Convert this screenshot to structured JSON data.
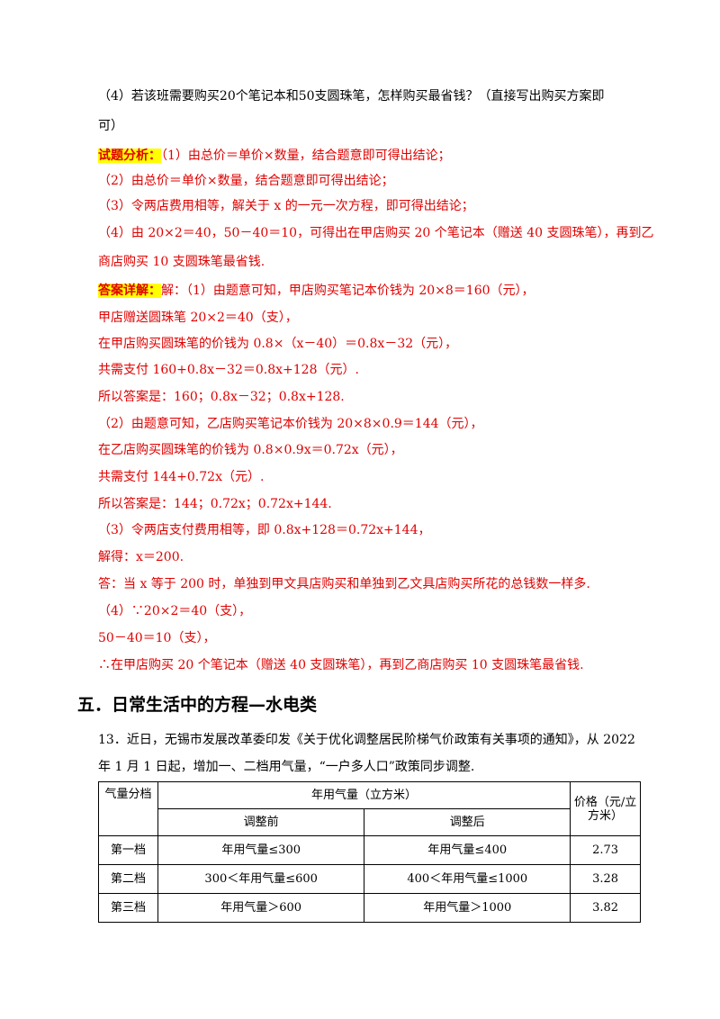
{
  "lines": [
    {
      "id": "q4",
      "text": "（4）若该班需要购买20个笔记本和50支圆珠笔，怎样购买最省钱？（直接写出购买方案即",
      "color": "black"
    },
    {
      "id": "q4b",
      "text": "可）",
      "color": "black"
    },
    {
      "id": "a1",
      "label": "试题分析：",
      "text": "（1）由总价＝单价×数量，结合题意即可得出结论；",
      "color": "red"
    },
    {
      "id": "a2",
      "text": "（2）由总价＝单价×数量，结合题意即可得出结论；",
      "color": "red"
    },
    {
      "id": "a3",
      "text": "（3）令两店费用相等，解关于 x 的一元一次方程，即可得出结论；",
      "color": "red"
    },
    {
      "id": "a4",
      "text": "（4）由 20×2＝40，50－40＝10，可得出在甲店购买 20 个笔记本（赠送 40 支圆珠笔），再到乙",
      "color": "red"
    },
    {
      "id": "a4b",
      "text": "商店购买 10 支圆珠笔最省钱.",
      "color": "red"
    },
    {
      "id": "s1",
      "label": "答案详解：",
      "text": "解：（1）由题意可知，甲店购买笔记本价钱为 20×8＝160（元），",
      "color": "red"
    },
    {
      "id": "s2",
      "text": "甲店赠送圆珠笔 20×2＝40（支），",
      "color": "red"
    },
    {
      "id": "s3",
      "text": "在甲店购买圆珠笔的价钱为 0.8×（x－40）＝0.8x－32（元），",
      "color": "red"
    },
    {
      "id": "s4",
      "text": "共需支付 160+0.8x－32＝0.8x+128（元）.",
      "color": "red"
    },
    {
      "id": "s5",
      "text": "所以答案是：160；0.8x－32；0.8x+128.",
      "color": "red"
    },
    {
      "id": "s6",
      "text": "（2）由题意可知，乙店购买笔记本价钱为 20×8×0.9＝144（元），",
      "color": "red"
    },
    {
      "id": "s7",
      "text": "在乙店购买圆珠笔的价钱为 0.8×0.9x＝0.72x（元），",
      "color": "red"
    },
    {
      "id": "s8",
      "text": "共需支付 144+0.72x（元）.",
      "color": "red"
    },
    {
      "id": "s9",
      "text": "所以答案是：144；0.72x；0.72x+144.",
      "color": "red"
    },
    {
      "id": "s10",
      "text": "（3）令两店支付费用相等，即 0.8x+128＝0.72x+144，",
      "color": "red"
    },
    {
      "id": "s11",
      "text": "解得：x＝200.",
      "color": "red"
    },
    {
      "id": "s12",
      "text": "答：当 x 等于 200 时，单独到甲文具店购买和单独到乙文具店购买所花的总钱数一样多.",
      "color": "red"
    },
    {
      "id": "s13",
      "text": "（4）∵20×2＝40（支），",
      "color": "red"
    },
    {
      "id": "s14",
      "text": "50－40＝10（支），",
      "color": "red"
    },
    {
      "id": "s15",
      "text": "∴在甲店购买 20 个笔记本（赠送 40 支圆珠笔），再到乙商店购买 10 支圆珠笔最省钱.",
      "color": "red"
    }
  ],
  "section_heading": "五．日常生活中的方程—水电类",
  "problem13": {
    "line1": "13．近日，无锡市发展改革委印发《关于优化调整居民阶梯气价政策有关事项的通知》，从 2022",
    "line2": "年 1 月 1 日起，增加一、二档用气量，“一户多人口”政策同步调整."
  },
  "table": {
    "col_tier": "气量分档",
    "col_usage": "年用气量（立方米）",
    "col_before": "调整前",
    "col_after": "调整后",
    "col_price": "价格（元/立方米）",
    "rows": [
      {
        "tier": "第一档",
        "before": "年用气量≤300",
        "after": "年用气量≤400",
        "price": "2.73"
      },
      {
        "tier": "第二档",
        "before": "300＜年用气量≤600",
        "after": "400＜年用气量≤1000",
        "price": "3.28"
      },
      {
        "tier": "第三档",
        "before": "年用气量＞600",
        "after": "年用气量＞1000",
        "price": "3.82"
      }
    ]
  }
}
